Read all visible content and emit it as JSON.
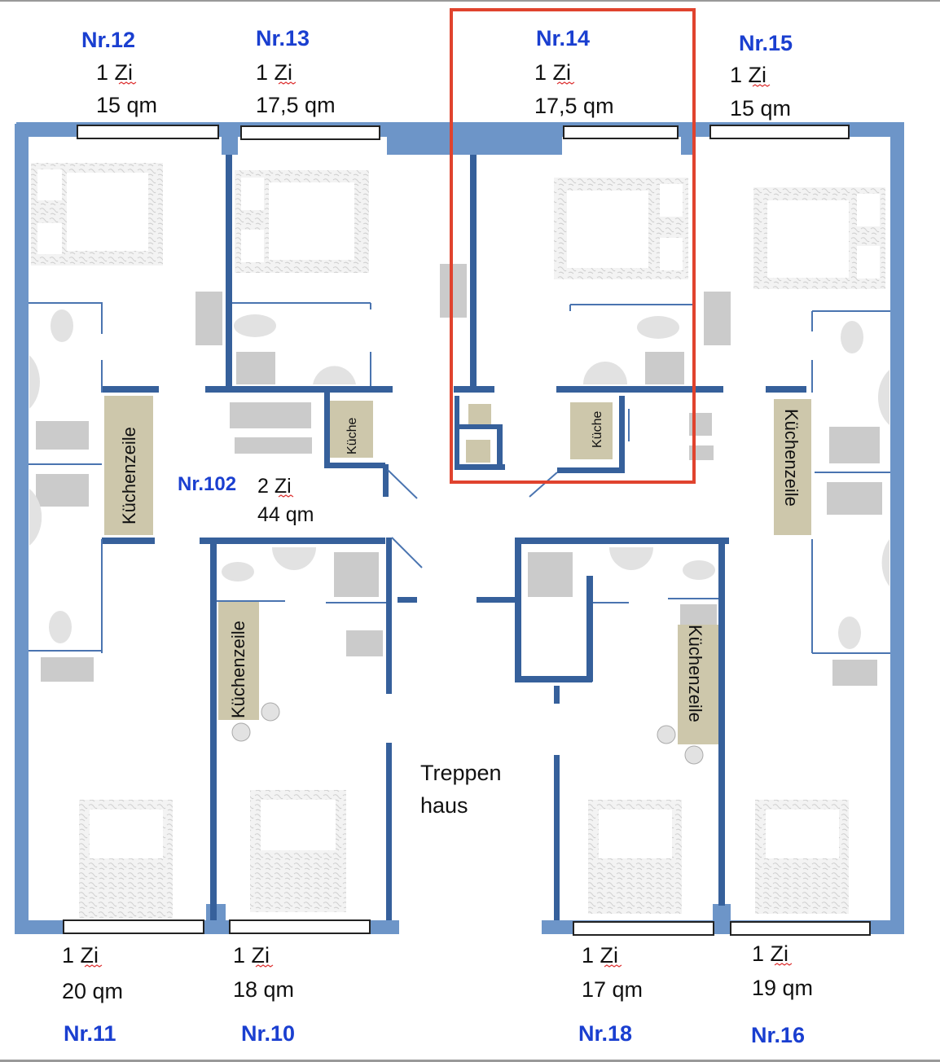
{
  "colors": {
    "outer_wall": "#6d95c8",
    "inner_wall": "#36609b",
    "label_blue": "#1a3fd0",
    "highlight": "#e0432e",
    "kitchen": "#cdc7ab"
  },
  "apartments": {
    "nr12": {
      "number": "Nr.12",
      "rooms": "1 Zi",
      "area": "15 qm"
    },
    "nr13": {
      "number": "Nr.13",
      "rooms": "1 Zi",
      "area": "17,5 qm"
    },
    "nr14": {
      "number": "Nr.14",
      "rooms": "1 Zi",
      "area": "17,5 qm"
    },
    "nr15": {
      "number": "Nr.15",
      "rooms": "1 Zi",
      "area": "15 qm"
    },
    "nr102": {
      "number": "Nr.102",
      "rooms": "2 Zi",
      "area": "44 qm"
    },
    "nr11": {
      "number": "Nr.11",
      "rooms": "1 Zi",
      "area": "20 qm"
    },
    "nr10": {
      "number": "Nr.10",
      "rooms": "1 Zi",
      "area": "18 qm"
    },
    "nr18": {
      "number": "Nr.18",
      "rooms": "1 Zi",
      "area": "17 qm"
    },
    "nr16": {
      "number": "Nr.16",
      "rooms": "1 Zi",
      "area": "19 qm"
    }
  },
  "rooms": {
    "kitchenette": "Küchenzeile",
    "kitchen": "Küche",
    "stairwell_line1": "Treppen",
    "stairwell_line2": "haus"
  }
}
